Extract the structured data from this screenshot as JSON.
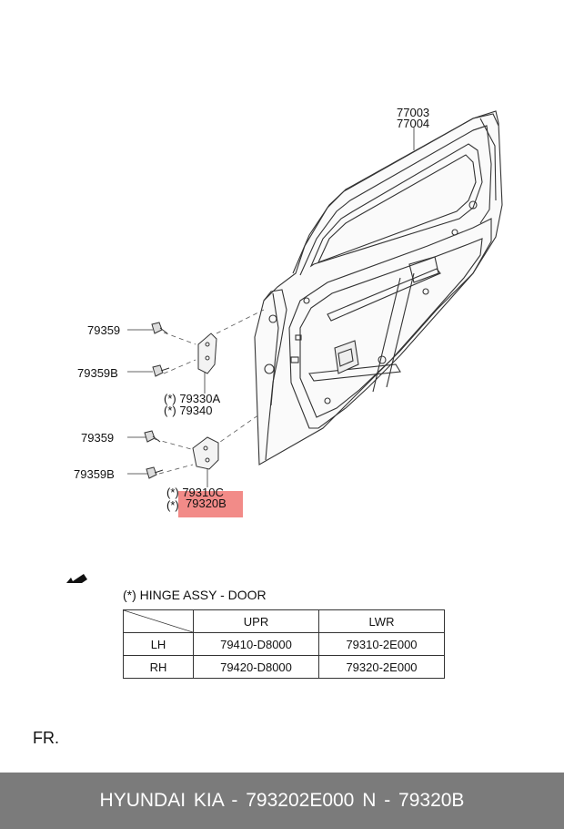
{
  "labels": {
    "part_77003": "77003",
    "part_77004": "77004",
    "bolt_upper_1": "79359",
    "bolt_upper_2": "79359B",
    "hinge_upper_a": "(*) 79330A",
    "hinge_upper_b": "(*)  79340",
    "bolt_lower_1": "79359",
    "bolt_lower_2": "79359B",
    "hinge_lower_c": "(*) 79310C",
    "hinge_lower_b_mark": "(*)",
    "hinge_lower_b": "79320B"
  },
  "legend": {
    "title": "(*) HINGE ASSY - DOOR",
    "columns": [
      "",
      "UPR",
      "LWR"
    ],
    "rows": [
      {
        "side": "LH",
        "upr": "79410-D8000",
        "lwr": "79310-2E000"
      },
      {
        "side": "RH",
        "upr": "79420-D8000",
        "lwr": "79320-2E000"
      }
    ]
  },
  "direction_label": "FR.",
  "footer": "HYUNDAI  KIA - 793202E000     N - 79320B",
  "colors": {
    "highlight": "#f28b88",
    "footer_bg": "#7b7b7b",
    "line": "#333333"
  }
}
